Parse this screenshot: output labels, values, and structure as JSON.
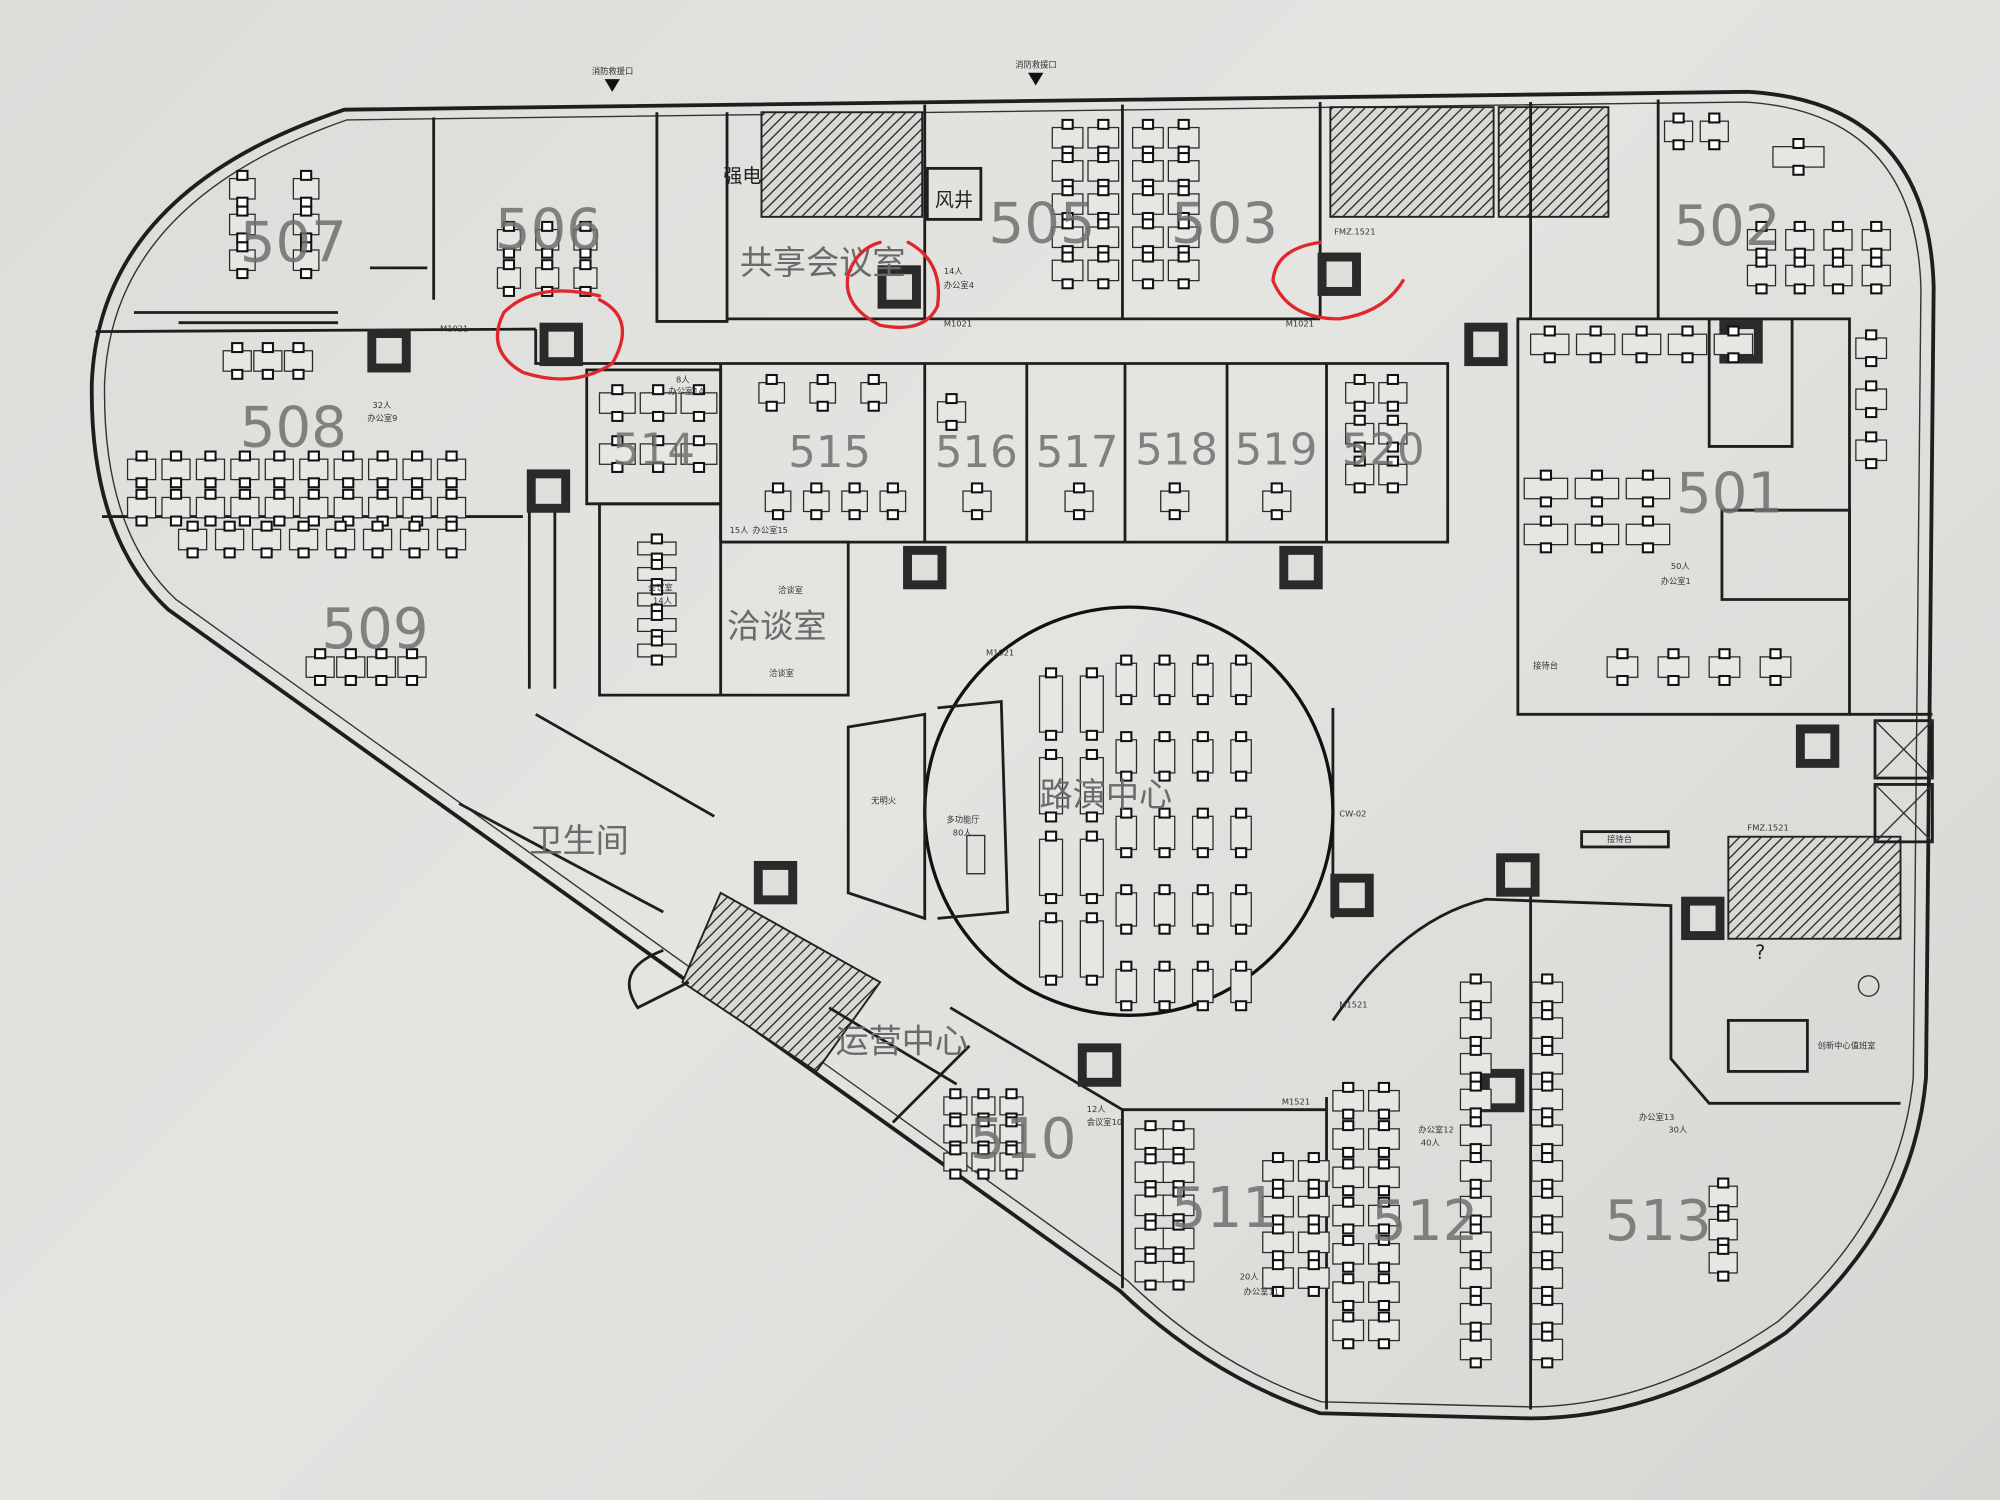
{
  "title": "5F floor plan",
  "rooms": {
    "r507": "507",
    "r506": "506",
    "r505": "505",
    "r503": "503",
    "r502": "502",
    "r508": "508",
    "r514": "514",
    "r515": "515",
    "r516": "516",
    "r517": "517",
    "r518": "518",
    "r519": "519",
    "r520": "520",
    "r501": "501",
    "r509": "509",
    "r510": "510",
    "r511": "511",
    "r512": "512",
    "r513": "513"
  },
  "areas": {
    "shared_meeting": "共享会议室",
    "power": "强电",
    "air_shaft": "风井",
    "negotiation": "洽谈室",
    "roadshow": "路演中心",
    "restroom": "卫生间",
    "operations": "运营中心"
  },
  "small_labels": {
    "fire_rescue_1": "消防救援口",
    "fire_rescue_2": "消防救援口",
    "office4_count": "14人",
    "office4_name": "办公室4",
    "office14_count": "8人",
    "office14_name": "办公室14",
    "office15_count": "15人",
    "office15_name": "办公室15",
    "meeting_name": "会议室",
    "meeting_count": "14人",
    "nego_1": "洽谈室",
    "nego_2": "洽谈室",
    "hall_name": "多功能厅",
    "hall_count": "80人",
    "cw": "CW-02",
    "office9_count": "32人",
    "office9_name": "办公室9",
    "office1_count": "50人",
    "office1_name": "办公室1",
    "reception_1": "接待台",
    "reception_2": "接待台",
    "duty_room": "创新中心值班室",
    "office13_name": "办公室13",
    "office13_count": "30人",
    "office12_name": "办公室12",
    "office12_count": "40人",
    "office11_count": "20人",
    "office11_name": "办公室11",
    "office10_count": "12人",
    "office10_name": "会议室10",
    "dark_room": "无明火",
    "door_m1021": "M1021",
    "door_fm": "FMZ.1521",
    "door_m1521": "M1521",
    "question": "?"
  },
  "colors": {
    "annotation": "#e0282c",
    "wall": "#1e1e1e",
    "paper": "#dcdcd9"
  }
}
